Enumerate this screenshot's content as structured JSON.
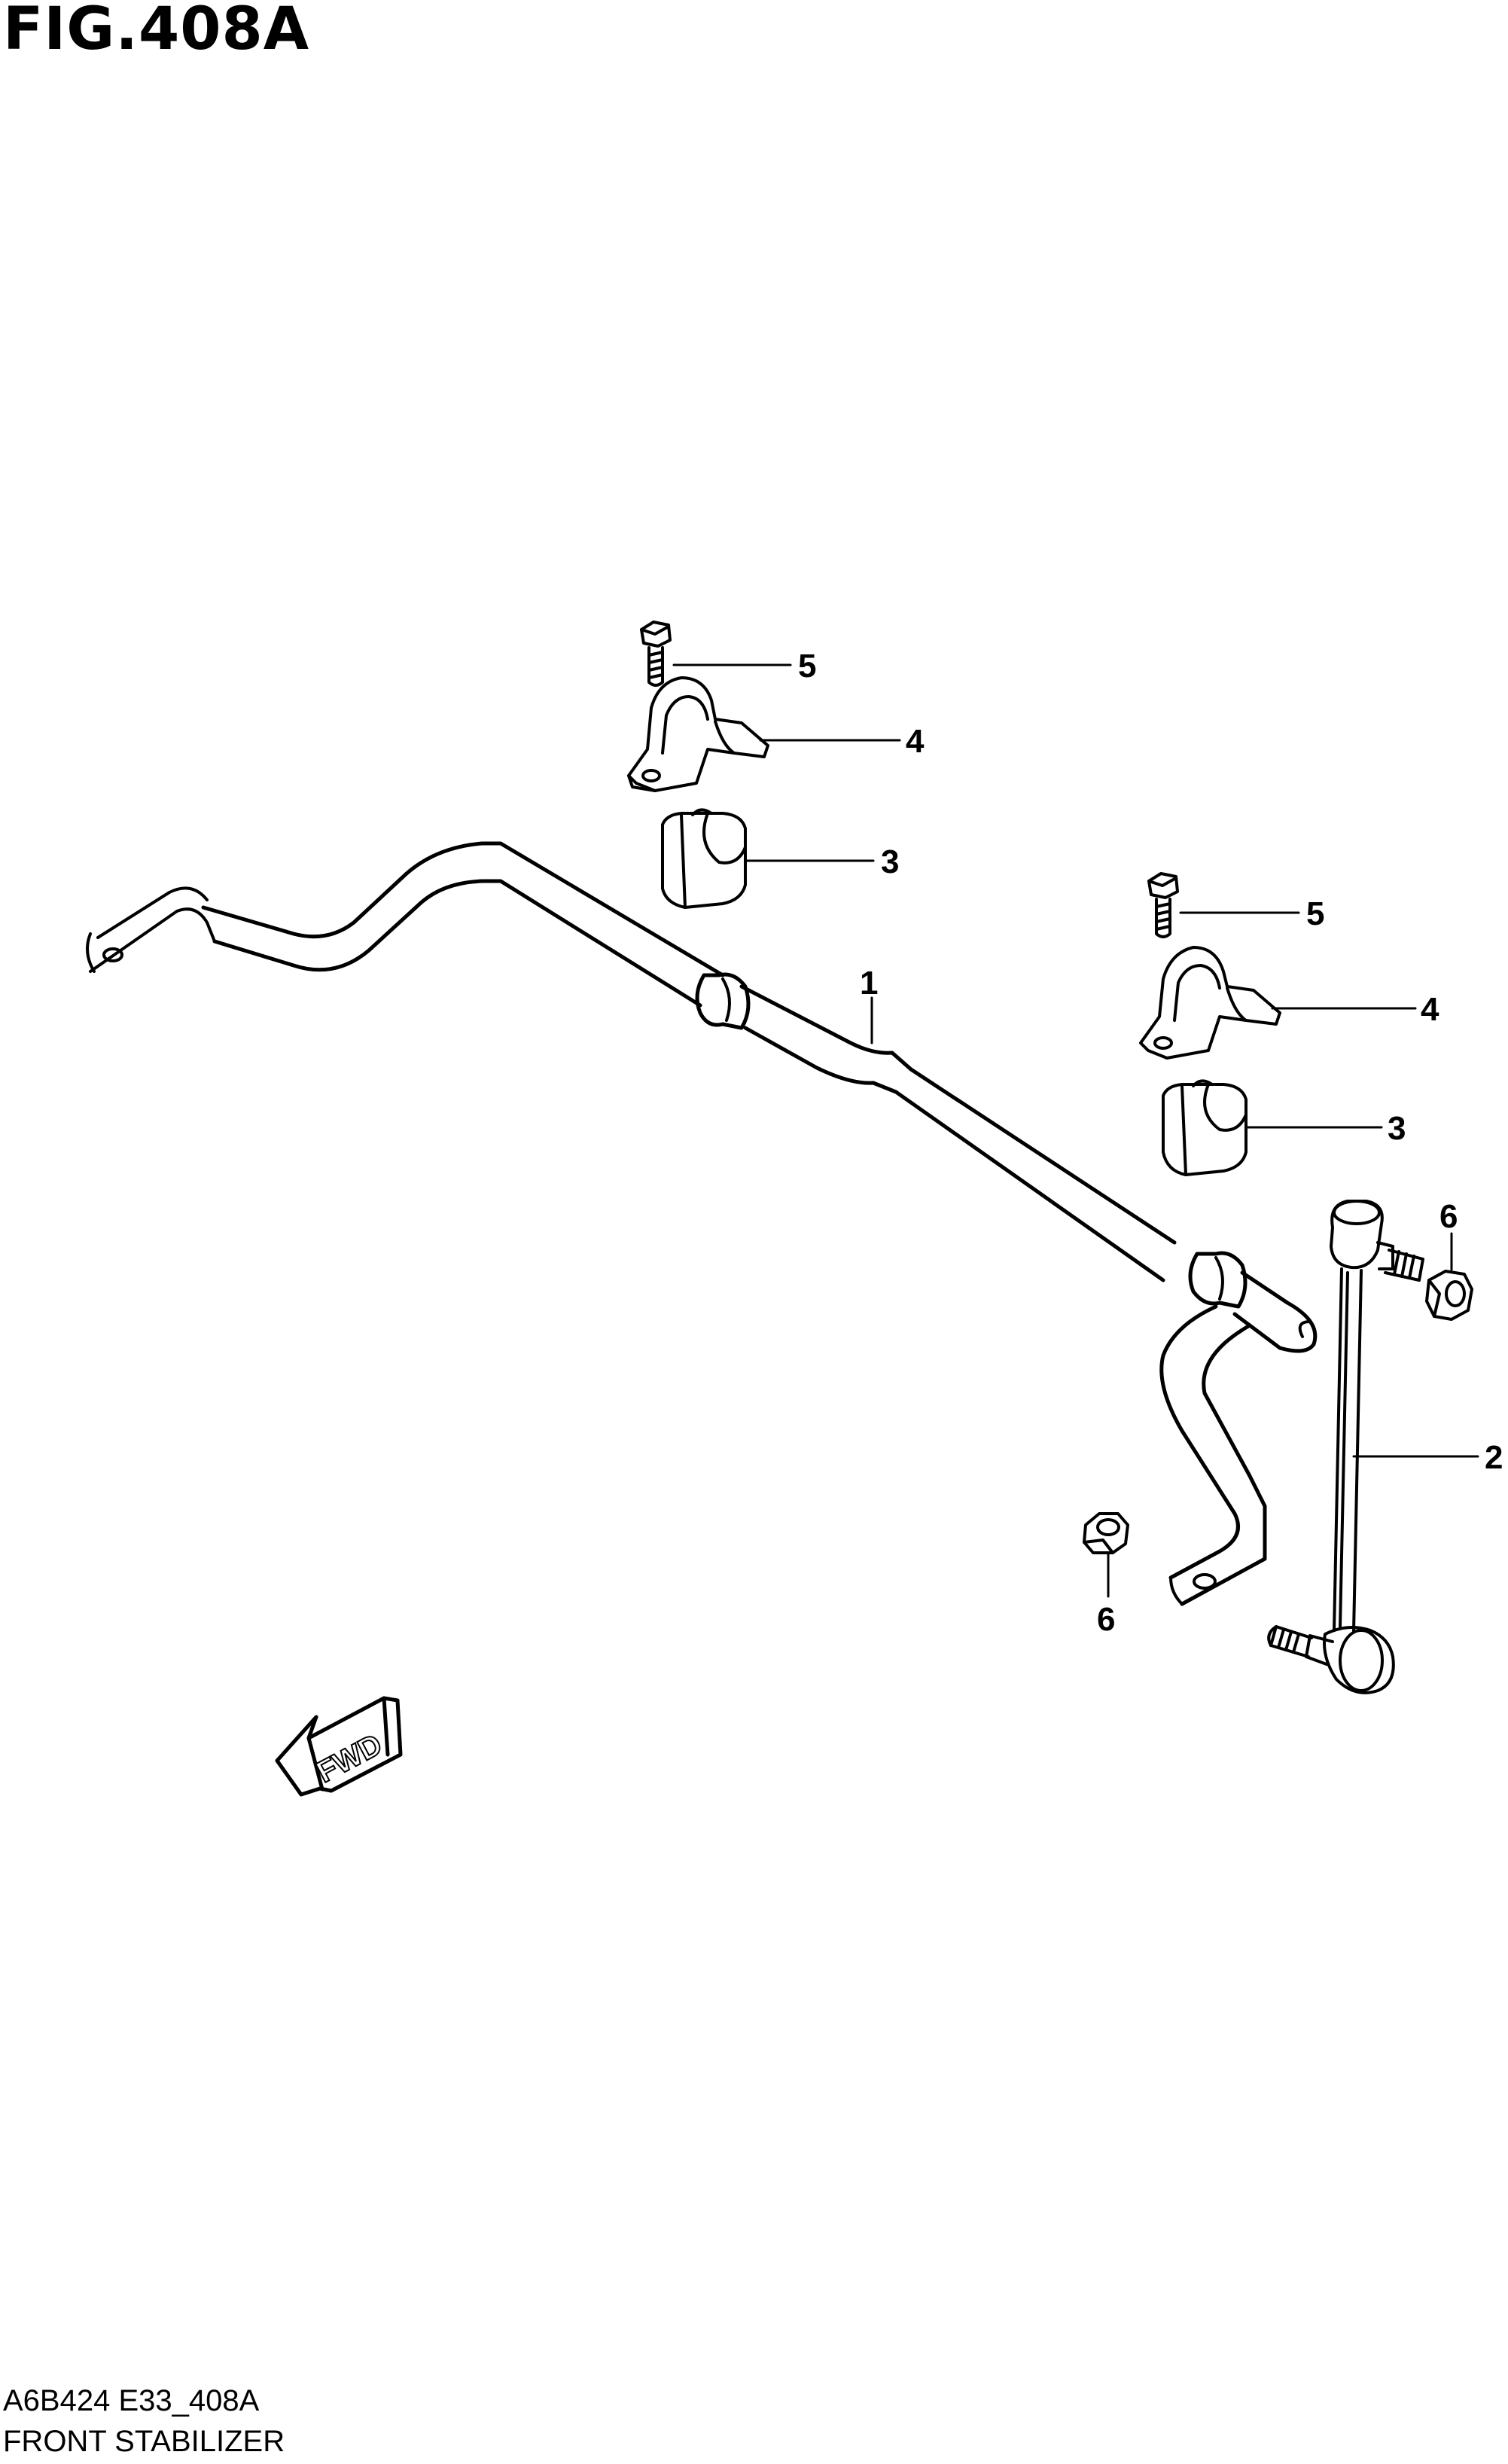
{
  "figure": {
    "title": "FIG.408A",
    "code": "A6B424 E33_408A",
    "caption": "FRONT STABILIZER"
  },
  "callouts": [
    {
      "id": "callout-5-left",
      "number": "5"
    },
    {
      "id": "callout-4-left",
      "number": "4"
    },
    {
      "id": "callout-3-left",
      "number": "3"
    },
    {
      "id": "callout-1",
      "number": "1"
    },
    {
      "id": "callout-5-right",
      "number": "5"
    },
    {
      "id": "callout-4-right",
      "number": "4"
    },
    {
      "id": "callout-3-right",
      "number": "3"
    },
    {
      "id": "callout-6-right",
      "number": "6"
    },
    {
      "id": "callout-2",
      "number": "2"
    },
    {
      "id": "callout-6-bottom",
      "number": "6"
    }
  ],
  "direction_arrow": {
    "label": "FWD"
  },
  "colors": {
    "ink": "#000000",
    "paper": "#ffffff"
  }
}
